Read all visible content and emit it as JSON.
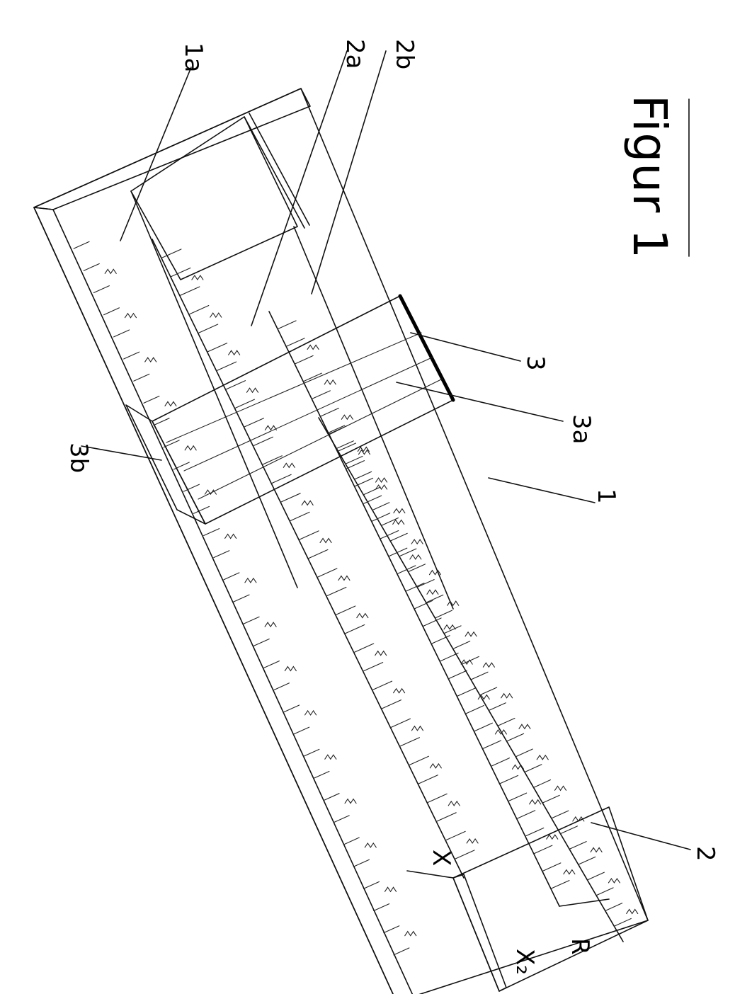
{
  "figure": {
    "title": "Figur 1"
  },
  "labels": {
    "l1a": "1a",
    "l2a": "2a",
    "l2b": "2b",
    "l3": "3",
    "l3a": "3a",
    "l3b": "3b",
    "l1": "1",
    "l2": "2",
    "lX": "X",
    "lR": "R",
    "lXZ": "X₂"
  }
}
